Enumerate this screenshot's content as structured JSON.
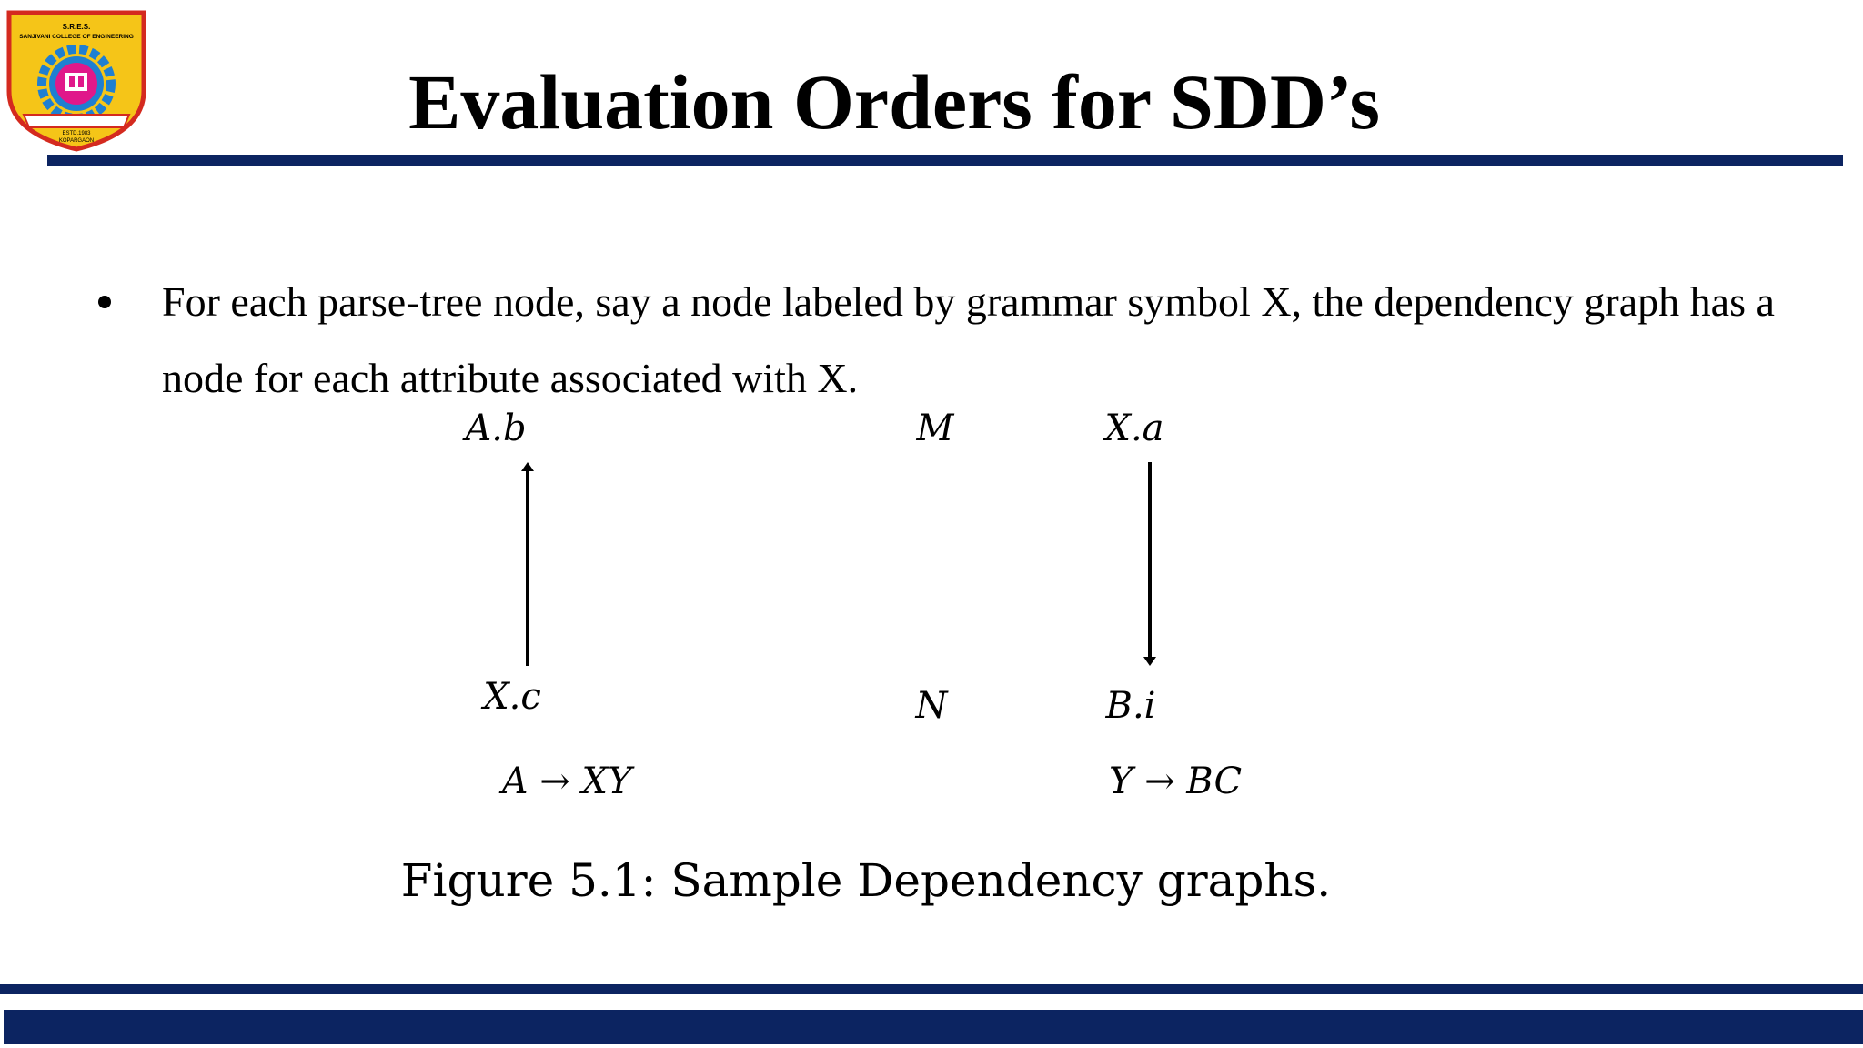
{
  "logo": {
    "top_text": "S.R.E.S.",
    "college_name": "SANJIVANI COLLEGE OF ENGINEERING",
    "ribbon_text": "ESTD.1983",
    "place_text": "KOPARGAON",
    "colors": {
      "border": "#d42a1f",
      "fill": "#f5c518",
      "gear": "#1f7fd1",
      "inner": "#e0188a"
    }
  },
  "slide": {
    "title": "Evaluation Orders for SDD’s",
    "bullets": [
      "For each parse-tree node, say a node labeled by grammar symbol X, the dependency graph has a node for each attribute associated with X."
    ]
  },
  "figure": {
    "left": {
      "top_node": "A.b",
      "bottom_node": "X.c",
      "production": "A → XY",
      "arrow_direction": "up"
    },
    "middle": {
      "top_node": "M",
      "bottom_node": "N"
    },
    "right": {
      "top_node": "X.a",
      "bottom_node": "B.i",
      "production": "Y → BC",
      "arrow_direction": "down"
    },
    "caption": "Figure 5.1: Sample Dependency graphs."
  },
  "theme": {
    "accent": "#0c2461",
    "text": "#000000",
    "background": "#ffffff"
  }
}
